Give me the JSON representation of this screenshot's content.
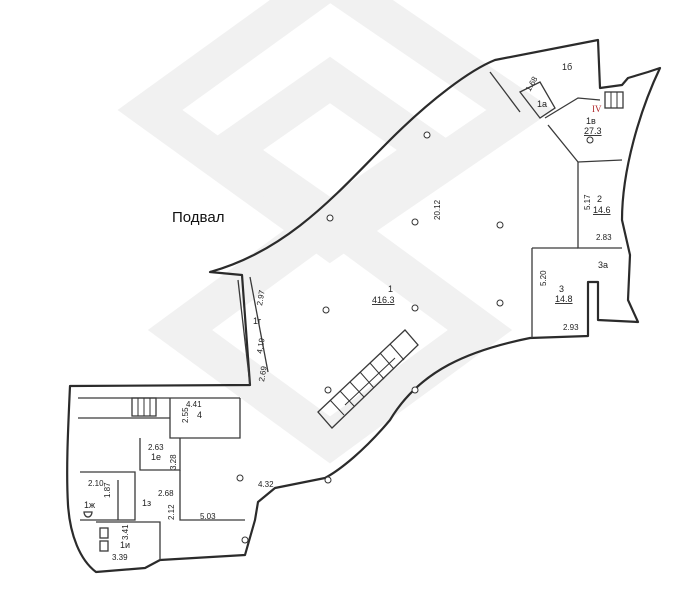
{
  "floor_title": "Подвал",
  "section_marker": "IV",
  "rooms": [
    {
      "id": "r1",
      "number": "1",
      "area": "416.3"
    },
    {
      "id": "r1b",
      "number": "1б",
      "area": ""
    },
    {
      "id": "r1v",
      "number": "1в",
      "area": "27.3"
    },
    {
      "id": "r1a",
      "number": "1а",
      "area": ""
    },
    {
      "id": "r1g",
      "number": "1г",
      "area": ""
    },
    {
      "id": "r2",
      "number": "2",
      "area": "14.6"
    },
    {
      "id": "r3",
      "number": "3",
      "area": "14.8"
    },
    {
      "id": "r3a",
      "number": "3а",
      "area": ""
    },
    {
      "id": "r4",
      "number": "4",
      "area": ""
    },
    {
      "id": "r1e",
      "number": "1е",
      "area": ""
    },
    {
      "id": "r1z",
      "number": "1з",
      "area": ""
    },
    {
      "id": "r1zh",
      "number": "1ж",
      "area": ""
    },
    {
      "id": "r1i",
      "number": "1и",
      "area": ""
    }
  ],
  "dimensions": [
    "1.68",
    "20.12",
    "5.17",
    "2.83",
    "5.20",
    "2.93",
    "2.97",
    "4.19",
    "2.69",
    "4.41",
    "2.55",
    "2.63",
    "3.28",
    "2.10",
    "1.87",
    "2.68",
    "2.12",
    "5.03",
    "4.32",
    "3.41",
    "3.39"
  ]
}
